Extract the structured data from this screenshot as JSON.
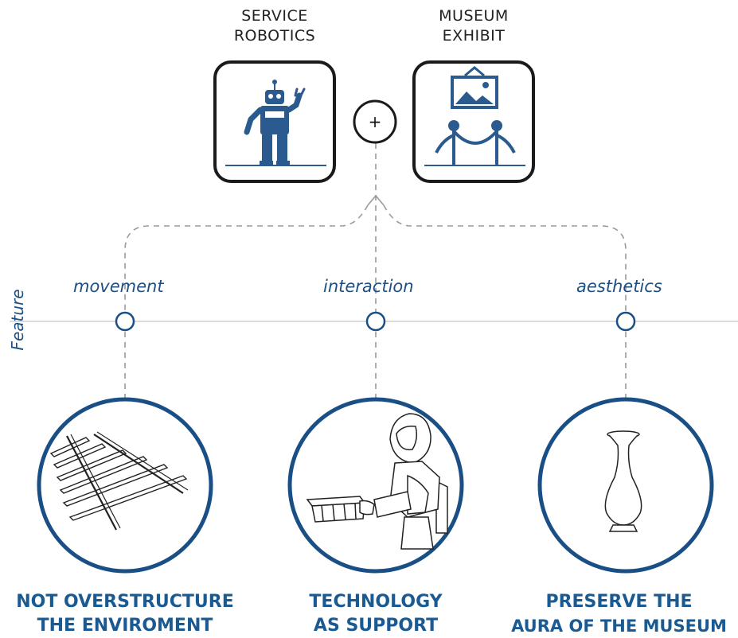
{
  "sources": [
    {
      "label_line1": "SERVICE",
      "label_line2": "ROBOTICS",
      "icon": "robot-icon"
    },
    {
      "label_line1": "MUSEUM",
      "label_line2": "EXHIBIT",
      "icon": "museum-exhibit-icon"
    }
  ],
  "combine_symbol": "+",
  "axis_label": "Feature",
  "features": [
    {
      "name": "movement",
      "outcome_line1": "NOT OVERSTRUCTURE",
      "outcome_line2": "THE ENVIROMENT",
      "icon": "railway-tracks-icon"
    },
    {
      "name": "interaction",
      "outcome_line1": "TECHNOLOGY",
      "outcome_line2": "AS SUPPORT",
      "icon": "humanoid-robot-icon"
    },
    {
      "name": "aesthetics",
      "outcome_line1": "PRESERVE THE",
      "outcome_line2": "AURA OF THE MUSEUM",
      "icon": "vase-icon"
    }
  ],
  "colors": {
    "accent": "#1a4f86",
    "outline": "#1a1a1a",
    "connector": "#9a9a9a",
    "axis": "#c8c8c8"
  }
}
